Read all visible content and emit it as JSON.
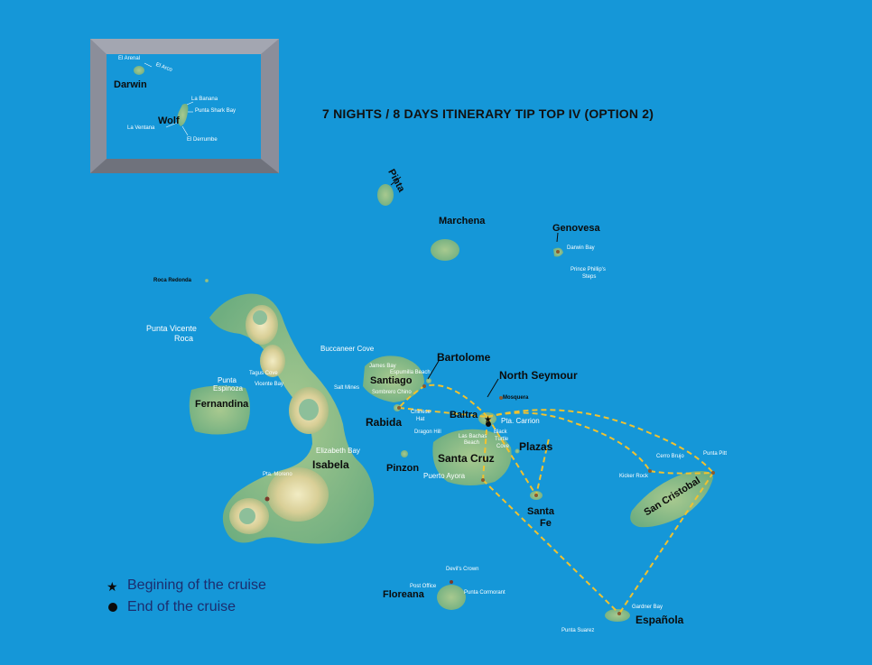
{
  "title": "7 NIGHTS / 8 DAYS ITINERARY TIP TOP IV (OPTION 2)",
  "legend": {
    "start_symbol": "★",
    "start_label": "Begining of the cruise",
    "end_symbol": "●",
    "end_label": "End of the cruise"
  },
  "inset": {
    "darwin": "Darwin",
    "wolf": "Wolf",
    "el_arenal": "El Arenal",
    "el_arco": "El Arco",
    "la_banana": "La Banana",
    "punta_shark_bay": "Punta Shark Bay",
    "la_ventana": "La Ventana",
    "el_derrumbe": "El Derrumbe"
  },
  "islands": {
    "pinta": "Pinta",
    "marchena": "Marchena",
    "genovesa": "Genovesa",
    "santiago": "Santiago",
    "bartolome": "Bartolome",
    "north_seymour": "North Seymour",
    "rabida": "Rabida",
    "baltra": "Baltra",
    "fernandina": "Fernandina",
    "isabela": "Isabela",
    "pinzon": "Pinzon",
    "santa_cruz": "Santa Cruz",
    "plazas": "Plazas",
    "santa_fe_1": "Santa",
    "santa_fe_2": "Fe",
    "san_cristobal": "San Cristobal",
    "floreana": "Floreana",
    "espanola": "Española"
  },
  "sites": {
    "darwin_bay": "Darwin Bay",
    "prince_phillips_1": "Prince Phillip's",
    "prince_phillips_2": "Steps",
    "roca_redonda": "Roca Redonda",
    "punta_vicente_roca_1": "Punta Vicente",
    "punta_vicente_roca_2": "Roca",
    "buccaneer_cove": "Buccaneer Cove",
    "james_bay": "James Bay",
    "espumilla_beach": "Espumilla Beach",
    "salt_mines": "Salt Mines",
    "sombrero_chino": "Sombrero Chino",
    "chinese_hat_1": "Chinese",
    "chinese_hat_2": "Hat",
    "mosquera": "Mosquera",
    "pta_carrion": "Pta. Carrion",
    "dragon_hill": "Dragon Hill",
    "las_bachas_1": "Las Bachas",
    "las_bachas_2": "Beach",
    "black_turtle_cove_1": "Black",
    "black_turtle_cove_2": "Turtle",
    "black_turtle_cove_3": "Cove",
    "punta_espinoza_1": "Punta",
    "punta_espinoza_2": "Espinoza",
    "tagus_cove": "Tagus Cove",
    "vicente_bay": "Vicente Bay",
    "elizabeth_bay": "Elizabeth Bay",
    "punta_moreno": "Pta. Moreno",
    "puerto_ayora": "Puerto Ayora",
    "cerro_brujo": "Cerro Brujo",
    "punta_pitt": "Punta Pitt",
    "kicker_rock": "Kicker Rock",
    "post_office": "Post Office",
    "devils_crown": "Devil's Crown",
    "punta_cormorant": "Punta Cormorant",
    "gardner_bay": "Gardner Bay",
    "punta_suarez": "Punta Suarez"
  },
  "colors": {
    "ocean": "#1597d8",
    "island_green": "#7fb98a",
    "island_dark": "#5e9a6e",
    "highland": "#d8cf9a",
    "crater": "#e8e1b6",
    "route": "#f0c230",
    "inset_frame": "#8b8e9a"
  }
}
